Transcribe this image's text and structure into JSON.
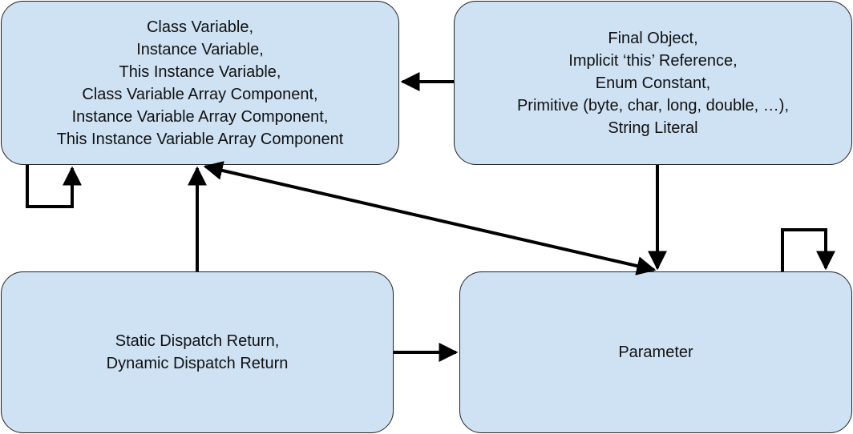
{
  "nodes": {
    "field_sources": {
      "lines": [
        "Class Variable,",
        "Instance Variable,",
        "This Instance Variable,",
        "Class Variable Array Component,",
        "Instance Variable Array Component,",
        "This Instance Variable Array Component"
      ]
    },
    "constant_sources": {
      "lines": [
        "Final Object,",
        "Implicit ‘this’ Reference,",
        "Enum Constant,",
        "Primitive (byte, char, long, double, …),",
        "String Literal"
      ]
    },
    "return_sources": {
      "lines": [
        "Static Dispatch Return,",
        "Dynamic Dispatch Return"
      ]
    },
    "parameter": {
      "lines": [
        "Parameter"
      ]
    }
  },
  "edges": [
    {
      "from": "constant_sources",
      "to": "field_sources"
    },
    {
      "from": "constant_sources",
      "to": "parameter"
    },
    {
      "from": "return_sources",
      "to": "field_sources"
    },
    {
      "from": "return_sources",
      "to": "parameter"
    },
    {
      "from": "field_sources",
      "to": "parameter",
      "bidirectional": true
    },
    {
      "from": "field_sources",
      "to": "field_sources",
      "self_loop": true
    },
    {
      "from": "parameter",
      "to": "parameter",
      "self_loop": true
    }
  ],
  "colors": {
    "box_fill": "#cfe2f3",
    "box_border": "#222222",
    "edge": "#000000"
  }
}
